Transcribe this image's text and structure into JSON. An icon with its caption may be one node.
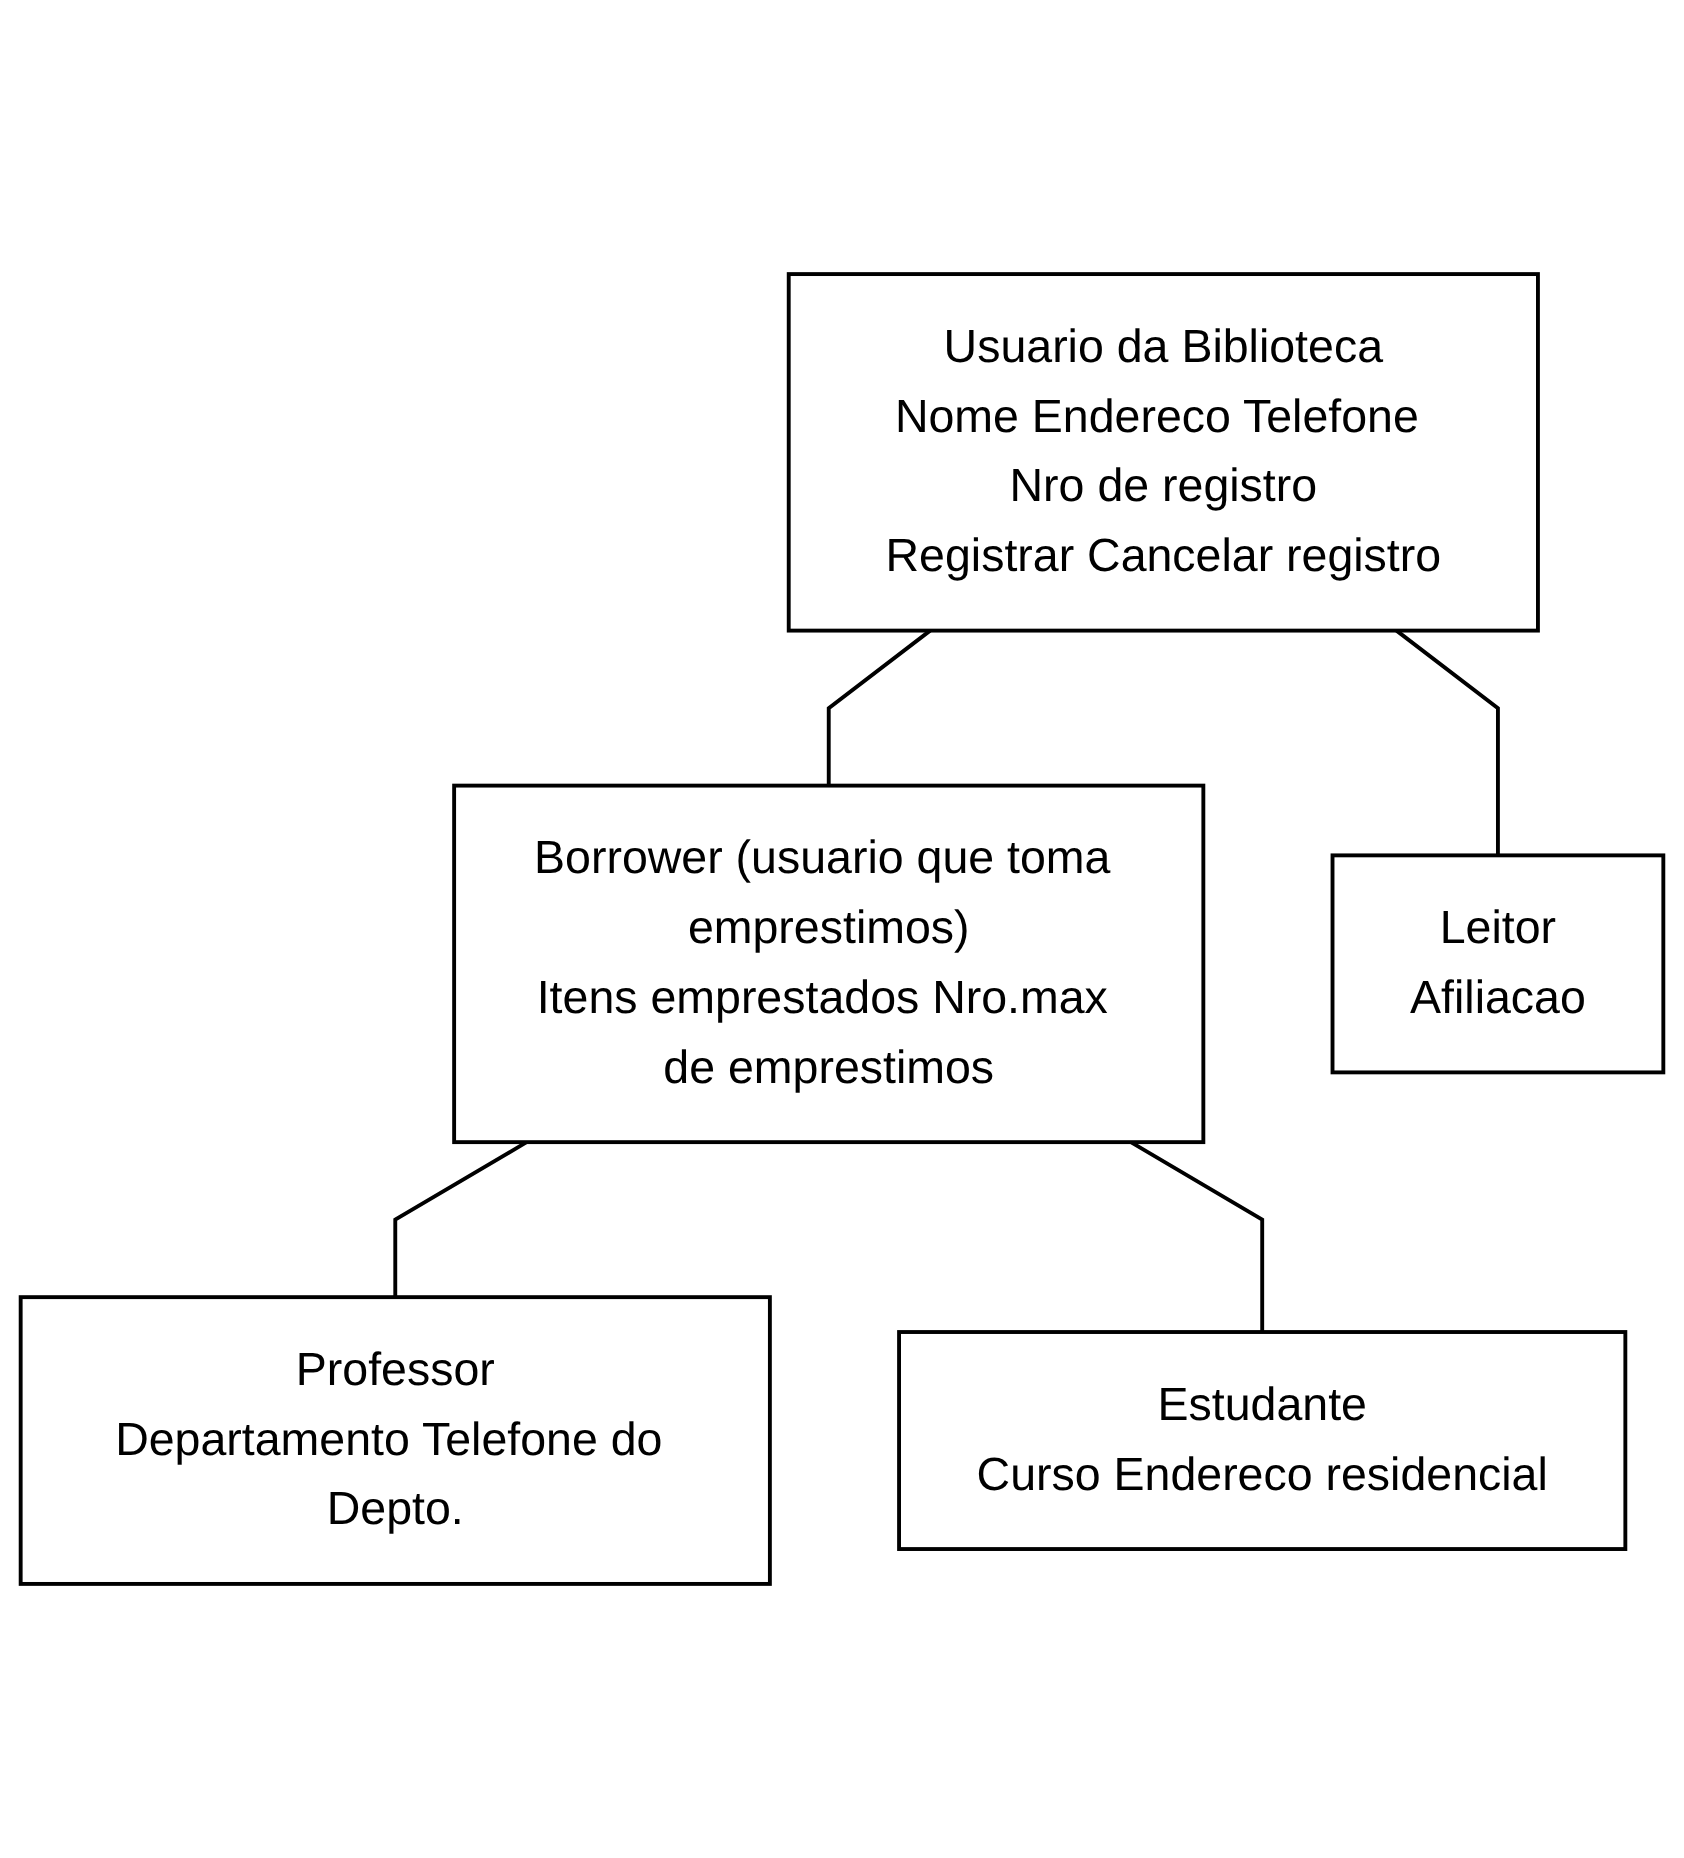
{
  "diagram": {
    "nodes": [
      {
        "text": [
          "Usuario da Biblioteca",
          "Nome Endereco Telefone Nro de registro",
          "Registrar Cancelar registro"
        ]
      },
      {
        "text": [
          "Borrower (usuario que toma emprestimos)",
          "Itens emprestados Nro.max de emprestimos"
        ]
      },
      {
        "text": [
          "Leitor",
          "Afiliacao"
        ]
      },
      {
        "text": [
          "Professor",
          "Departamento Telefone do Depto."
        ]
      },
      {
        "text": [
          "Estudante",
          "Curso Endereco residencial"
        ]
      }
    ],
    "edges": [
      {
        "from": 0,
        "to": 1,
        "arrow": "none"
      },
      {
        "from": 0,
        "to": 2,
        "arrow": "none"
      },
      {
        "from": 1,
        "to": 3,
        "arrow": "none"
      },
      {
        "from": 1,
        "to": 4,
        "arrow": "none"
      }
    ]
  }
}
